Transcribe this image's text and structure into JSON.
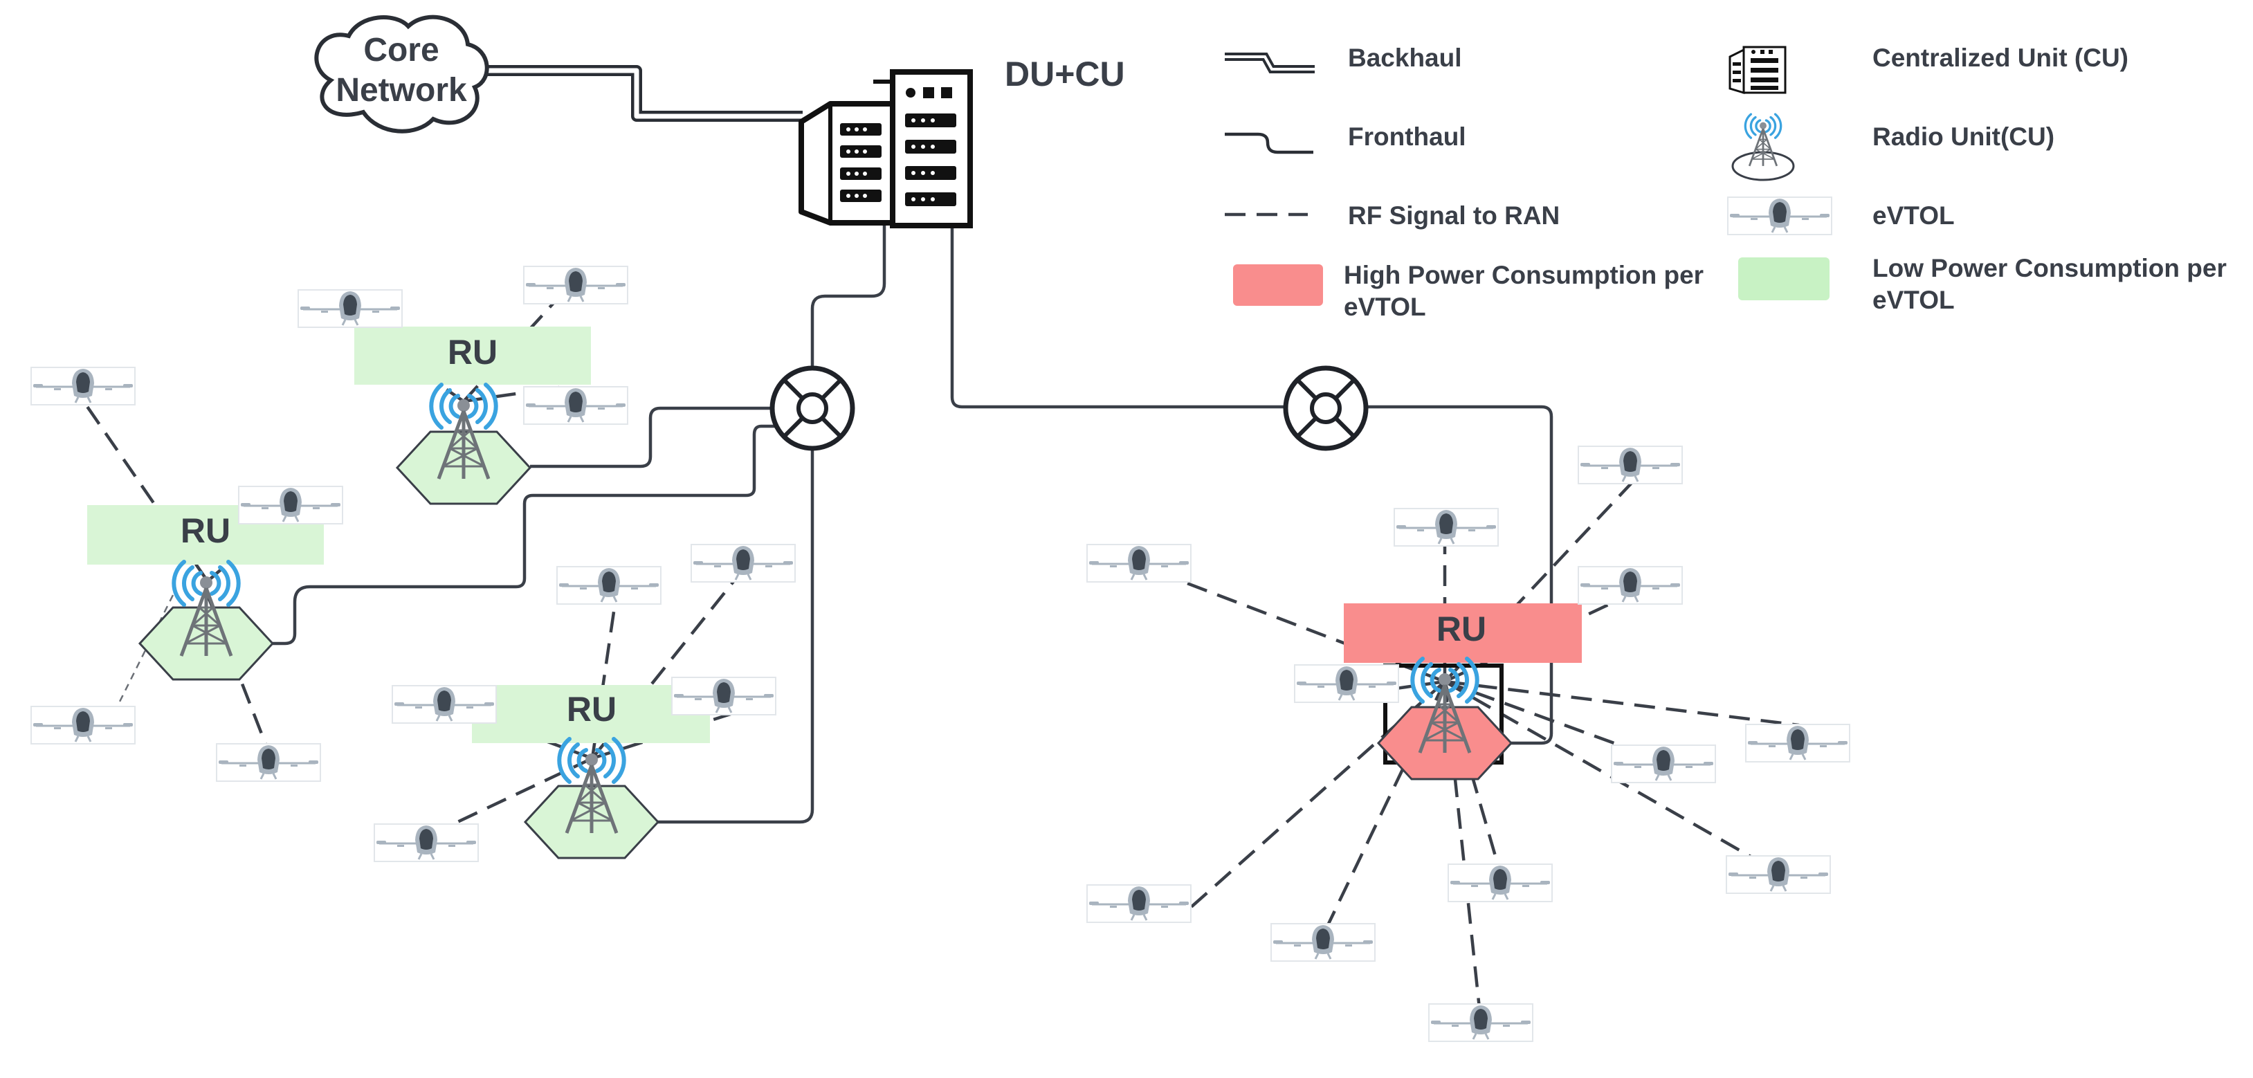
{
  "diagram": {
    "core_network": {
      "line1": "Core",
      "line2": "Network"
    },
    "du_cu_label": "DU+CU",
    "ru_label": "RU",
    "colors": {
      "ink": "#3a3f48",
      "low_power": "#d9f5d6",
      "low_power_legend": "#c8f2c4",
      "high_power": "#f98d8d",
      "antenna_wave": "#3aa3e0",
      "evtol_body": "#a9b4bf",
      "evtol_cabin": "#3f4852"
    },
    "radio_units": [
      {
        "id": "ru-top-left",
        "power": "low"
      },
      {
        "id": "ru-left",
        "power": "low"
      },
      {
        "id": "ru-center",
        "power": "low"
      },
      {
        "id": "ru-right",
        "power": "high"
      }
    ]
  },
  "legend": {
    "backhaul": "Backhaul",
    "fronthaul": "Fronthaul",
    "rf_signal": "RF Signal to RAN",
    "high_power_line1": "High Power Consumption per",
    "high_power_line2": "eVTOL",
    "centralized_unit": "Centralized Unit (CU)",
    "radio_unit": "Radio Unit(CU)",
    "evtol": "eVTOL",
    "low_power_line1": "Low Power Consumption per",
    "low_power_line2": "eVTOL"
  }
}
